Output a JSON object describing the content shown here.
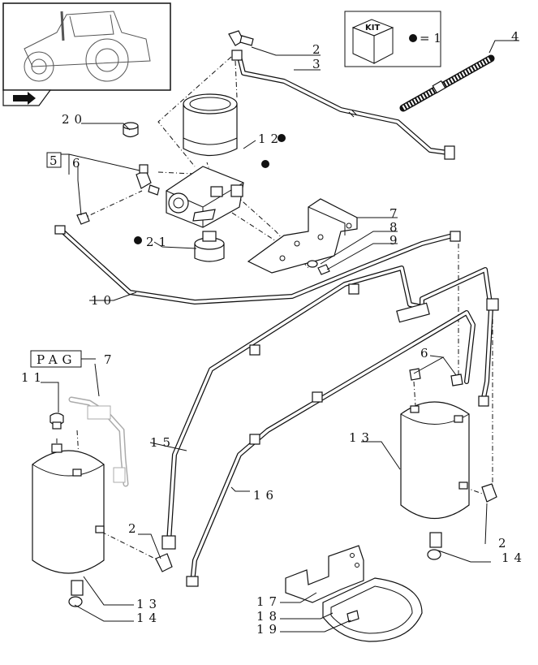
{
  "kit": {
    "badge": "KIT",
    "legend": "= 1"
  },
  "pag_ref": {
    "text": "PAG",
    "number": "7"
  },
  "callouts": [
    {
      "id": "c2a",
      "text": "2"
    },
    {
      "id": "c3",
      "text": "3"
    },
    {
      "id": "c4",
      "text": "4"
    },
    {
      "id": "c20",
      "text": "20"
    },
    {
      "id": "c12",
      "text": "12"
    },
    {
      "id": "c5",
      "text": "5"
    },
    {
      "id": "c6a",
      "text": "6"
    },
    {
      "id": "c21",
      "text": "21"
    },
    {
      "id": "c7",
      "text": "7"
    },
    {
      "id": "c8",
      "text": "8"
    },
    {
      "id": "c9",
      "text": "9"
    },
    {
      "id": "c10",
      "text": "10"
    },
    {
      "id": "c11",
      "text": "11"
    },
    {
      "id": "c15",
      "text": "15"
    },
    {
      "id": "c16",
      "text": "16"
    },
    {
      "id": "c6b",
      "text": "6"
    },
    {
      "id": "c13a",
      "text": "13"
    },
    {
      "id": "c2b",
      "text": "2"
    },
    {
      "id": "c14a",
      "text": "14"
    },
    {
      "id": "c2c",
      "text": "2"
    },
    {
      "id": "c13b",
      "text": "13"
    },
    {
      "id": "c14b",
      "text": "14"
    },
    {
      "id": "c17",
      "text": "17"
    },
    {
      "id": "c18",
      "text": "18"
    },
    {
      "id": "c19",
      "text": "19"
    }
  ]
}
